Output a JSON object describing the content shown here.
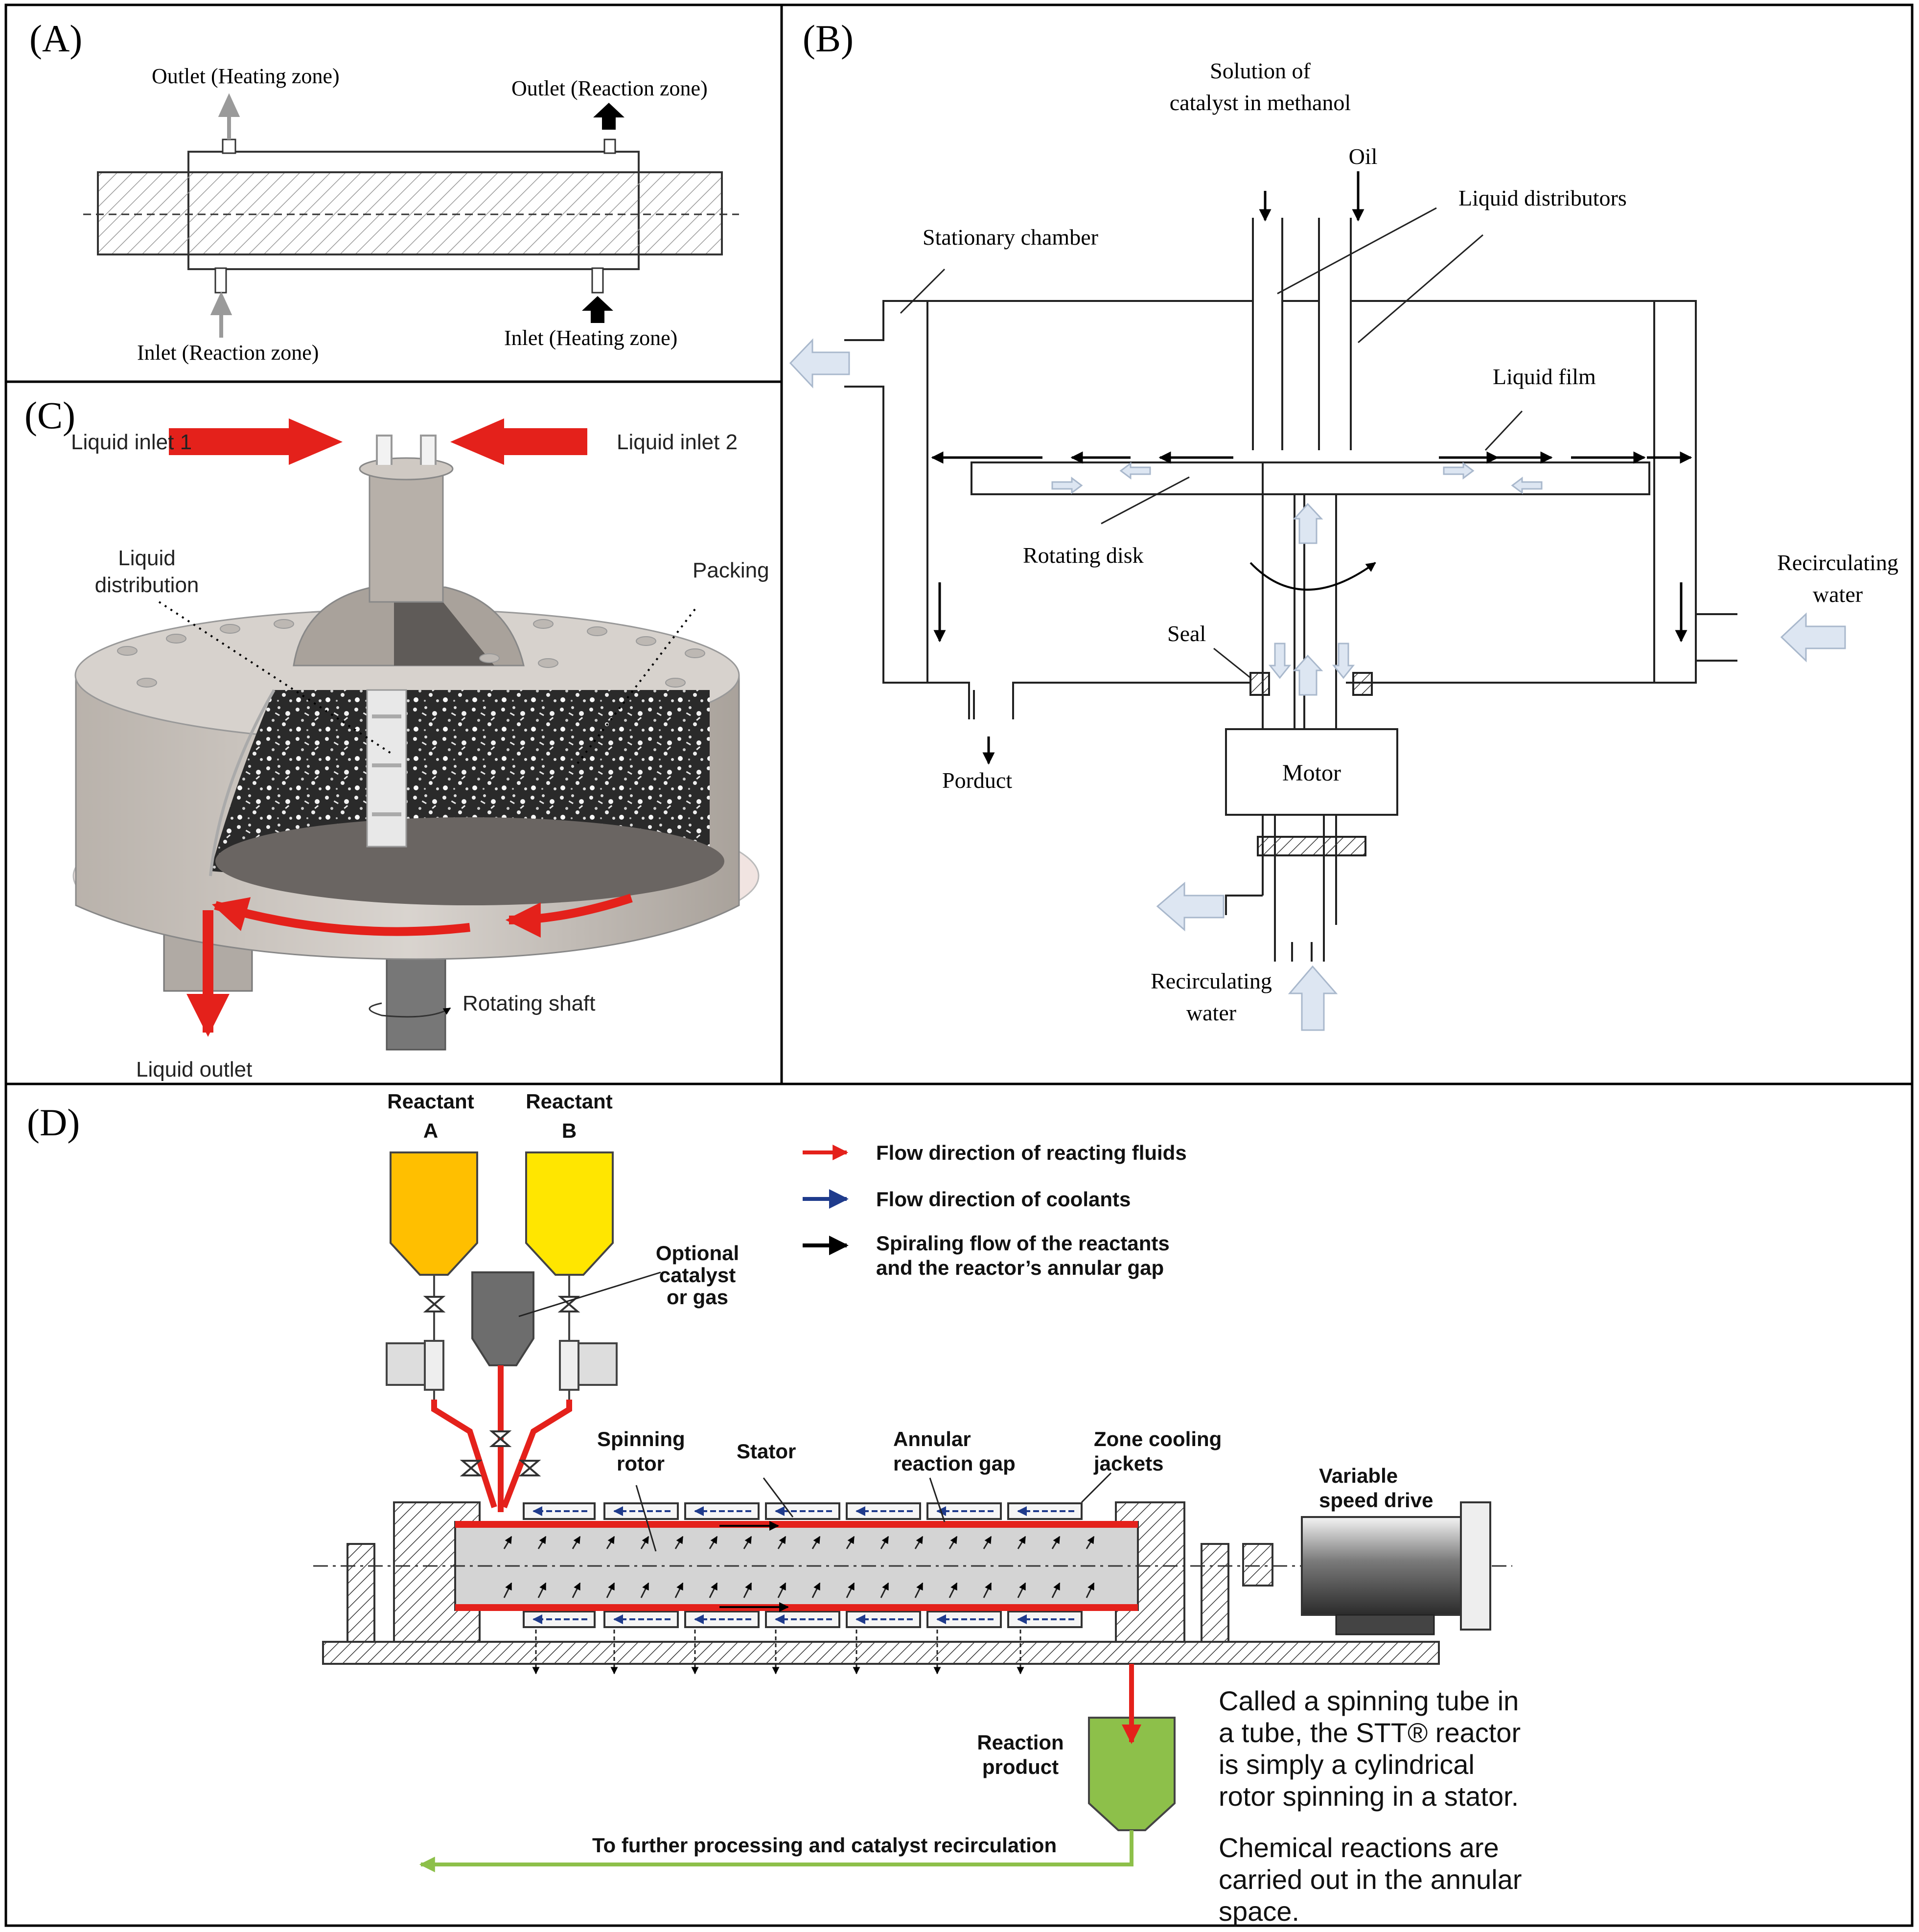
{
  "panels": {
    "a": {
      "label": "(A)",
      "outlet_heating": "Outlet (Heating zone)",
      "outlet_reaction": "Outlet (Reaction zone)",
      "inlet_reaction": "Inlet (Reaction zone)",
      "inlet_heating": "Inlet (Heating zone)"
    },
    "b": {
      "label": "(B)",
      "solution_line1": "Solution of",
      "solution_line2": "catalyst in methanol",
      "oil": "Oil",
      "liquid_distributors": "Liquid distributors",
      "stationary_chamber": "Stationary chamber",
      "liquid_film": "Liquid film",
      "rotating_disk": "Rotating disk",
      "recirc_water_right_1": "Recirculating",
      "recirc_water_right_2": "water",
      "seal": "Seal",
      "motor": "Motor",
      "product": "Porduct",
      "recirc_water_bottom_1": "Recirculating",
      "recirc_water_bottom_2": "water"
    },
    "c": {
      "label": "(C)",
      "liquid_inlet_1": "Liquid inlet 1",
      "liquid_inlet_2": "Liquid inlet 2",
      "liquid_distribution_1": "Liquid",
      "liquid_distribution_2": "distribution",
      "packing": "Packing",
      "rotating_shaft": "Rotating shaft",
      "liquid_outlet": "Liquid outlet"
    },
    "d": {
      "label": "(D)",
      "reactant_a_1": "Reactant",
      "reactant_a_2": "A",
      "reactant_b_1": "Reactant",
      "reactant_b_2": "B",
      "optional_1": "Optional",
      "optional_2": "catalyst",
      "optional_3": "or gas",
      "legend_red": "Flow direction of reacting fluids",
      "legend_blue": "Flow direction of coolants",
      "legend_black_1": "Spiraling flow of the reactants",
      "legend_black_2": "and the reactor’s annular gap",
      "spinning_rotor_1": "Spinning",
      "spinning_rotor_2": "rotor",
      "stator": "Stator",
      "annular_gap_1": "Annular",
      "annular_gap_2": "reaction gap",
      "zone_cooling_1": "Zone cooling",
      "zone_cooling_2": "jackets",
      "variable_drive_1": "Variable",
      "variable_drive_2": "speed drive",
      "reaction_product_1": "Reaction",
      "reaction_product_2": "product",
      "further_processing": "To further processing and catalyst recirculation",
      "desc_1": "Called a spinning tube in",
      "desc_2": "a tube, the STT® reactor",
      "desc_3": "is simply a cylindrical",
      "desc_4": "rotor spinning in a stator.",
      "desc_5": "Chemical reactions are",
      "desc_6": "carried out in the annular",
      "desc_7": "space."
    }
  },
  "colors": {
    "red_flow": "#e4211b",
    "coolant_blue": "#1f3b8c",
    "reactant_a": "#ffbf00",
    "reactant_b": "#ffe600",
    "catalyst": "#6d6d6d",
    "product": "#8dc04a",
    "light_arrow": "#dde6f2"
  }
}
